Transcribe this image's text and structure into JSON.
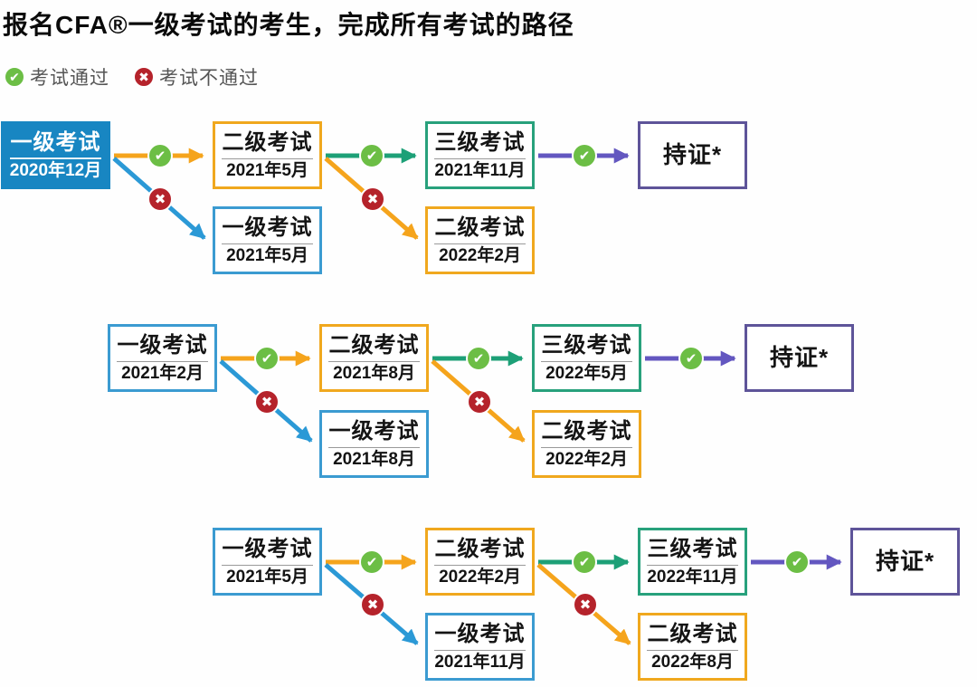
{
  "page_title": "报名CFA®一级考试的考生，完成所有考试的路径",
  "legend": {
    "pass_label": "考试通过",
    "fail_label": "考试不通过"
  },
  "icons": {
    "pass": "✔",
    "fail": "✖"
  },
  "colors": {
    "level1_blue_fill": "#1886c2",
    "level1_blue_border": "#3b9bd1",
    "level2_orange_border": "#f0a81e",
    "level3_green_border": "#28a17c",
    "charter_purple_border": "#5e5499",
    "arrow_orange": "#f5a41c",
    "arrow_blue": "#2b99d6",
    "arrow_green": "#1da077",
    "arrow_purple": "#6357c0",
    "pass_green": "#6cbe45",
    "fail_red": "#b5232b"
  },
  "rows": [
    {
      "start": {
        "title": "一级考试",
        "date": "2020年12月"
      },
      "level2": {
        "title": "二级考试",
        "date": "2021年5月"
      },
      "retake1": {
        "title": "一级考试",
        "date": "2021年5月"
      },
      "level3": {
        "title": "三级考试",
        "date": "2021年11月"
      },
      "retake2": {
        "title": "二级考试",
        "date": "2022年2月"
      },
      "charter": {
        "title": "持证*"
      }
    },
    {
      "start": {
        "title": "一级考试",
        "date": "2021年2月"
      },
      "level2": {
        "title": "二级考试",
        "date": "2021年8月"
      },
      "retake1": {
        "title": "一级考试",
        "date": "2021年8月"
      },
      "level3": {
        "title": "三级考试",
        "date": "2022年5月"
      },
      "retake2": {
        "title": "二级考试",
        "date": "2022年2月"
      },
      "charter": {
        "title": "持证*"
      }
    },
    {
      "start": {
        "title": "一级考试",
        "date": "2021年5月"
      },
      "level2": {
        "title": "二级考试",
        "date": "2022年2月"
      },
      "retake1": {
        "title": "一级考试",
        "date": "2021年11月"
      },
      "level3": {
        "title": "三级考试",
        "date": "2022年11月"
      },
      "retake2": {
        "title": "二级考试",
        "date": "2022年8月"
      },
      "charter": {
        "title": "持证*"
      }
    }
  ]
}
